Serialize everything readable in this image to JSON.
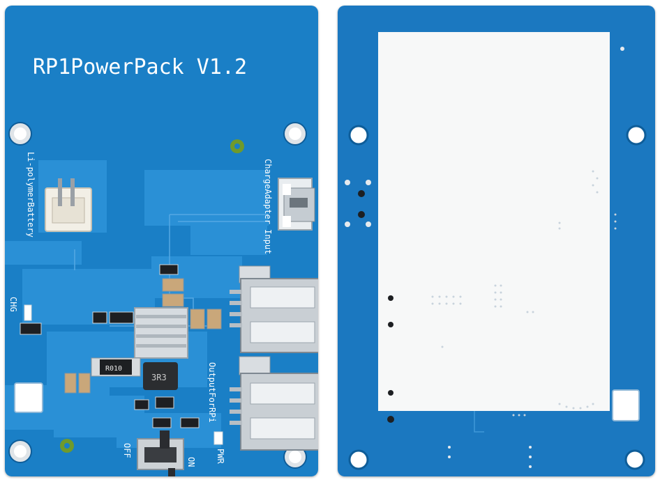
{
  "front": {
    "title": "RP1PowerPack V1.2",
    "battery_label": "Li-polymerBattery",
    "charge_label": "ChargeAdapter Input",
    "chg_label": "CHG",
    "output_label": "OutputForRPi",
    "pwr_label": "PWR",
    "off_label": "OFF",
    "on_label": "ON",
    "resistor_marking": "R010",
    "inductor_marking": "3R3"
  },
  "colors": {
    "pcb_front": "#1a7fc6",
    "pcb_back": "#1b78c0",
    "copper_pour": "#2a90d6",
    "pad_silver": "#c8ccd0",
    "sticker": "#f7f8f8"
  }
}
